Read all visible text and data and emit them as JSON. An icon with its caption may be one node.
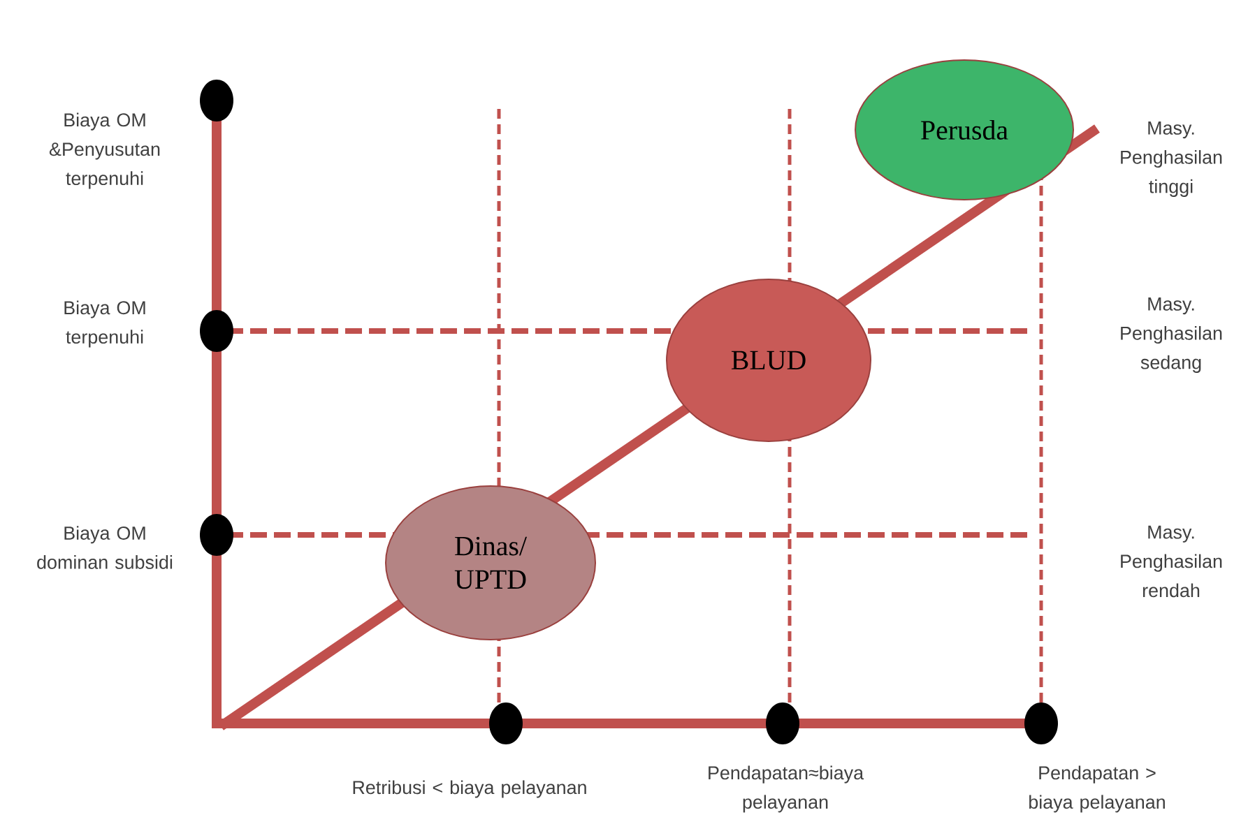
{
  "diagram": {
    "nodes": [
      {
        "text": [
          "Dinas/ UPTD"
        ]
      },
      {
        "text": [
          "BLUD"
        ]
      },
      {
        "text": [
          "Perusda"
        ]
      }
    ],
    "labels": [
      "Biaya OM &Penyusutan terpenuhi",
      "Masy. Penghasilan tinggi",
      "Biaya OM terpenuhi",
      "Masy. Penghasilan sedang",
      "Biaya OM dominan subsidi",
      "Masy. Penghasilan rendah",
      "Retribusi < biaya pelayanan",
      "Pendapatan≈biaya pelayanan",
      "Pendapatan > biaya pelayanan"
    ]
  }
}
